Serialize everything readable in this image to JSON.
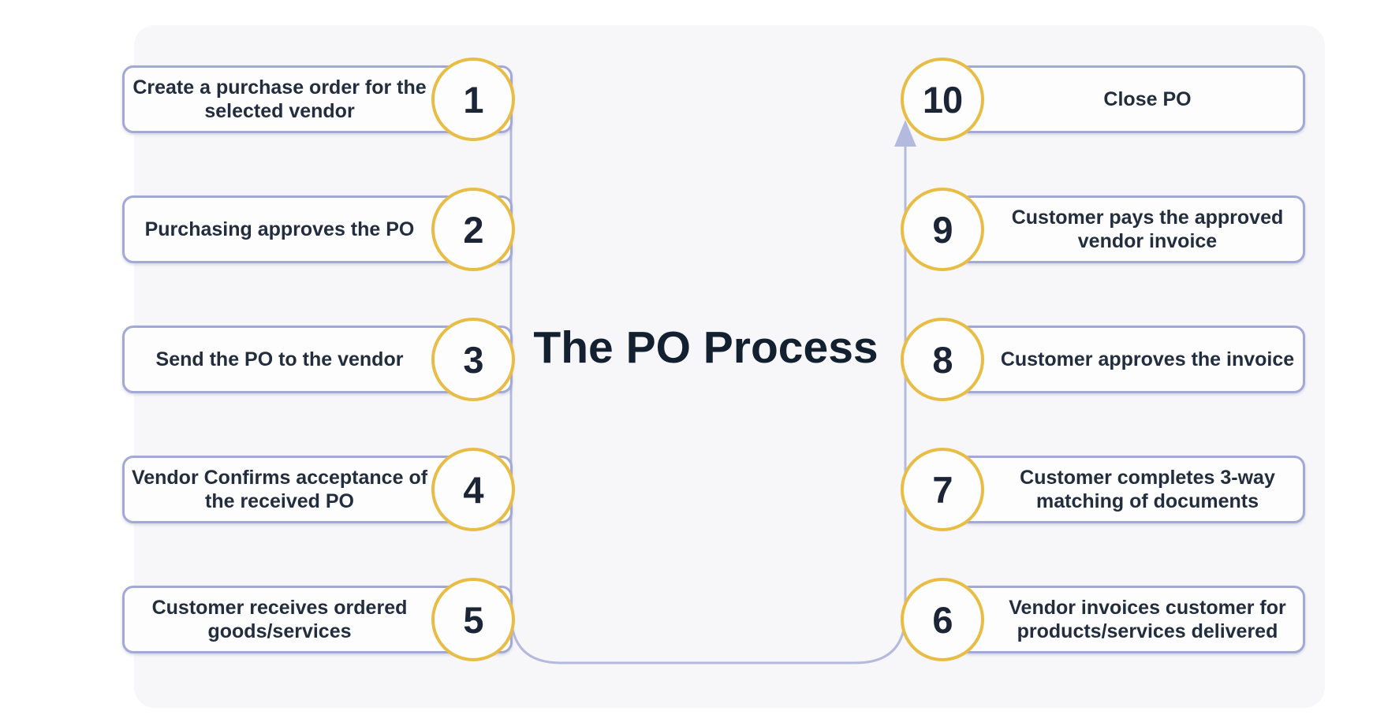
{
  "title": "The PO Process",
  "columns": {
    "left": {
      "steps": [
        {
          "number": "1",
          "label": "Create a purchase order for the selected vendor"
        },
        {
          "number": "2",
          "label": "Purchasing approves the PO"
        },
        {
          "number": "3",
          "label": "Send the PO to the vendor"
        },
        {
          "number": "4",
          "label": "Vendor Confirms acceptance of the received PO"
        },
        {
          "number": "5",
          "label": "Customer receives ordered goods/services"
        }
      ]
    },
    "right": {
      "steps": [
        {
          "number": "10",
          "label": "Close PO"
        },
        {
          "number": "9",
          "label": "Customer pays the approved vendor invoice"
        },
        {
          "number": "8",
          "label": "Customer approves the invoice"
        },
        {
          "number": "7",
          "label": "Customer completes 3-way matching of documents"
        },
        {
          "number": "6",
          "label": "Vendor invoices customer for products/services delivered"
        }
      ]
    }
  },
  "colors": {
    "box_border": "#a3a9d6",
    "box_fill": "#fdfdfe",
    "circle_border": "#e7bd45",
    "number_color": "#1b2535",
    "label_color": "#222d3d",
    "title_color": "#13202f",
    "connector": "#b4bade",
    "panel_fill": "#f7f7fa"
  }
}
